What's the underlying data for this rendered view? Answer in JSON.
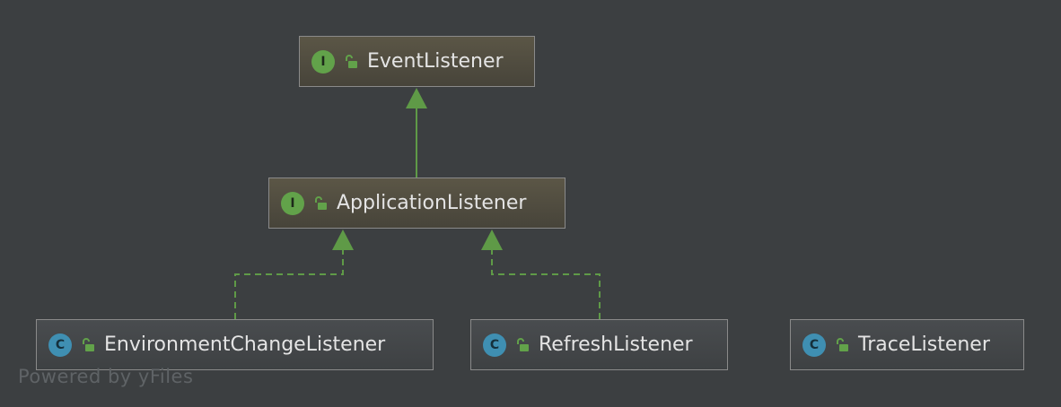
{
  "diagram": {
    "nodes": [
      {
        "id": "event_listener",
        "kind": "interface",
        "badge": "I",
        "label": "EventListener"
      },
      {
        "id": "application_listener",
        "kind": "interface",
        "badge": "I",
        "label": "ApplicationListener"
      },
      {
        "id": "environment_change_listener",
        "kind": "class",
        "badge": "C",
        "label": "EnvironmentChangeListener"
      },
      {
        "id": "refresh_listener",
        "kind": "class",
        "badge": "C",
        "label": "RefreshListener"
      },
      {
        "id": "trace_listener",
        "kind": "class",
        "badge": "C",
        "label": "TraceListener"
      }
    ],
    "edges": [
      {
        "from": "ApplicationListener",
        "to": "EventListener",
        "relation": "extends"
      },
      {
        "from": "EnvironmentChangeListener",
        "to": "ApplicationListener",
        "relation": "implements"
      },
      {
        "from": "RefreshListener",
        "to": "ApplicationListener",
        "relation": "implements"
      }
    ],
    "colors": {
      "background": "#3c3f41",
      "edge": "#5f9a47",
      "interface_badge": "#62a24a",
      "class_badge": "#3f8fb2"
    }
  },
  "footer": {
    "text": "Powered by yFiles"
  }
}
